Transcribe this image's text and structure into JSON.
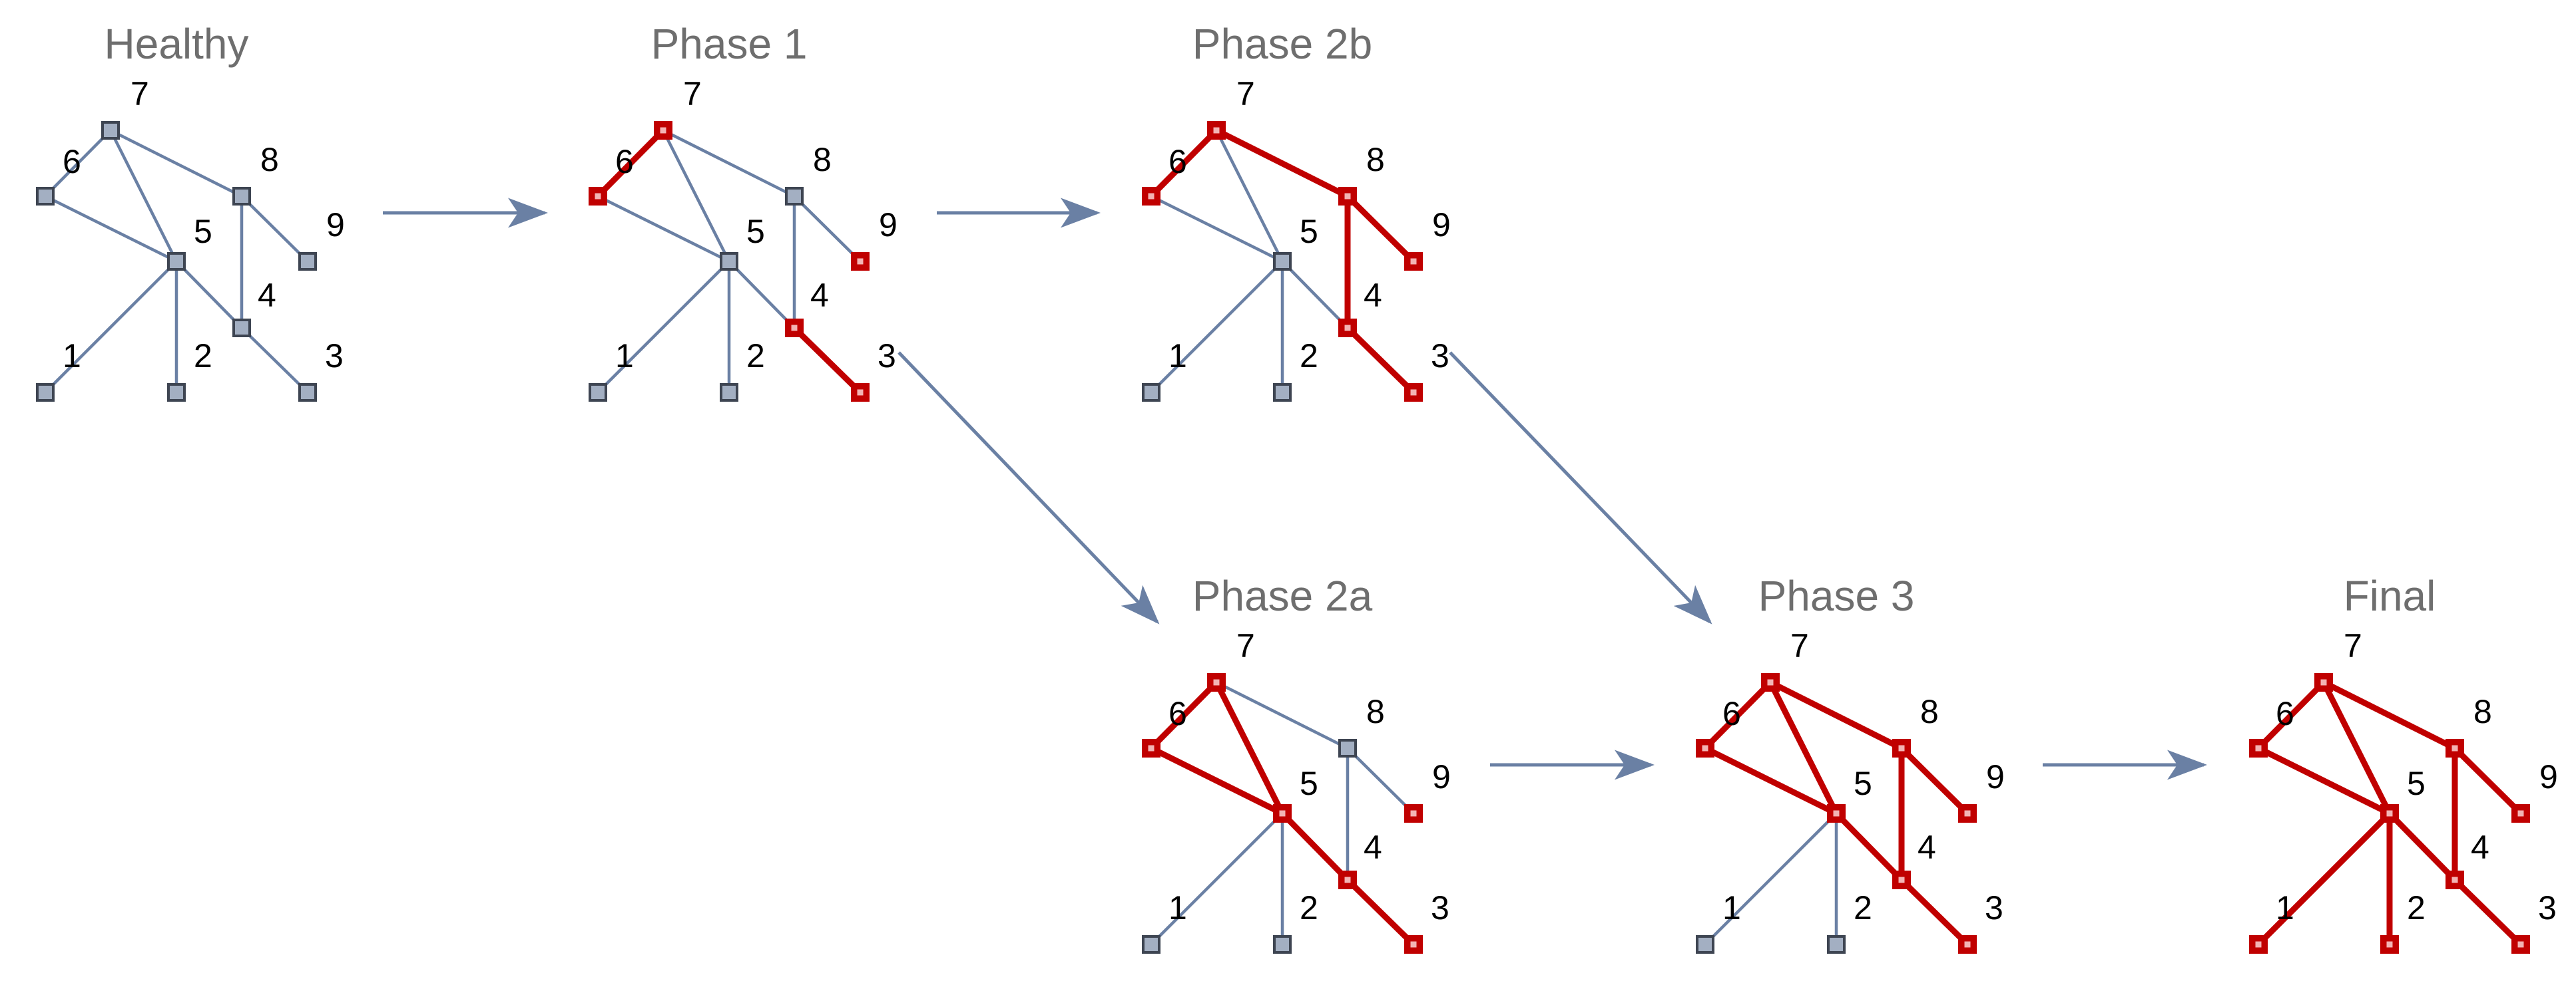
{
  "diagram": {
    "colors": {
      "healthy_edge": "#6a80a4",
      "infected_edge": "#c00000",
      "healthy_node_fill": "#a3afc2",
      "healthy_node_stroke": "#3e4552",
      "infected_node_fill": "#c00000",
      "infected_node_center": "#f3b4b4",
      "arrow": "#6a80a4",
      "title": "#6e6e6e",
      "label": "#000000"
    },
    "node_ids": [
      "1",
      "2",
      "3",
      "4",
      "5",
      "6",
      "7",
      "8",
      "9"
    ],
    "edges": [
      [
        "6",
        "7"
      ],
      [
        "7",
        "5"
      ],
      [
        "7",
        "8"
      ],
      [
        "6",
        "5"
      ],
      [
        "5",
        "1"
      ],
      [
        "5",
        "2"
      ],
      [
        "5",
        "4"
      ],
      [
        "4",
        "3"
      ],
      [
        "8",
        "4"
      ],
      [
        "8",
        "9"
      ]
    ],
    "panels": [
      {
        "id": "healthy",
        "title": "Healthy",
        "infected_nodes": [],
        "infected_edges": []
      },
      {
        "id": "phase1",
        "title": "Phase 1",
        "infected_nodes": [
          "3",
          "4",
          "6",
          "7",
          "9"
        ],
        "infected_edges": [
          [
            "6",
            "7"
          ],
          [
            "4",
            "3"
          ]
        ]
      },
      {
        "id": "phase2b",
        "title": "Phase 2b",
        "infected_nodes": [
          "3",
          "4",
          "6",
          "7",
          "8",
          "9"
        ],
        "infected_edges": [
          [
            "6",
            "7"
          ],
          [
            "7",
            "8"
          ],
          [
            "8",
            "4"
          ],
          [
            "8",
            "9"
          ],
          [
            "4",
            "3"
          ]
        ]
      },
      {
        "id": "phase2a",
        "title": "Phase 2a",
        "infected_nodes": [
          "3",
          "4",
          "5",
          "6",
          "7",
          "9"
        ],
        "infected_edges": [
          [
            "6",
            "7"
          ],
          [
            "7",
            "5"
          ],
          [
            "6",
            "5"
          ],
          [
            "5",
            "4"
          ],
          [
            "4",
            "3"
          ]
        ]
      },
      {
        "id": "phase3",
        "title": "Phase 3",
        "infected_nodes": [
          "3",
          "4",
          "5",
          "6",
          "7",
          "8",
          "9"
        ],
        "infected_edges": [
          [
            "6",
            "7"
          ],
          [
            "7",
            "5"
          ],
          [
            "7",
            "8"
          ],
          [
            "6",
            "5"
          ],
          [
            "5",
            "4"
          ],
          [
            "4",
            "3"
          ],
          [
            "8",
            "4"
          ],
          [
            "8",
            "9"
          ]
        ]
      },
      {
        "id": "final",
        "title": "Final",
        "infected_nodes": [
          "1",
          "2",
          "3",
          "4",
          "5",
          "6",
          "7",
          "8",
          "9"
        ],
        "infected_edges": [
          [
            "6",
            "7"
          ],
          [
            "7",
            "5"
          ],
          [
            "7",
            "8"
          ],
          [
            "6",
            "5"
          ],
          [
            "5",
            "1"
          ],
          [
            "5",
            "2"
          ],
          [
            "5",
            "4"
          ],
          [
            "4",
            "3"
          ],
          [
            "8",
            "4"
          ],
          [
            "8",
            "9"
          ]
        ]
      }
    ],
    "arrows": [
      {
        "from": "healthy",
        "to": "phase1"
      },
      {
        "from": "phase1",
        "to": "phase2b"
      },
      {
        "from": "phase1",
        "to": "phase2a"
      },
      {
        "from": "phase2b",
        "to": "phase3"
      },
      {
        "from": "phase2a",
        "to": "phase3"
      },
      {
        "from": "phase3",
        "to": "final"
      }
    ]
  }
}
